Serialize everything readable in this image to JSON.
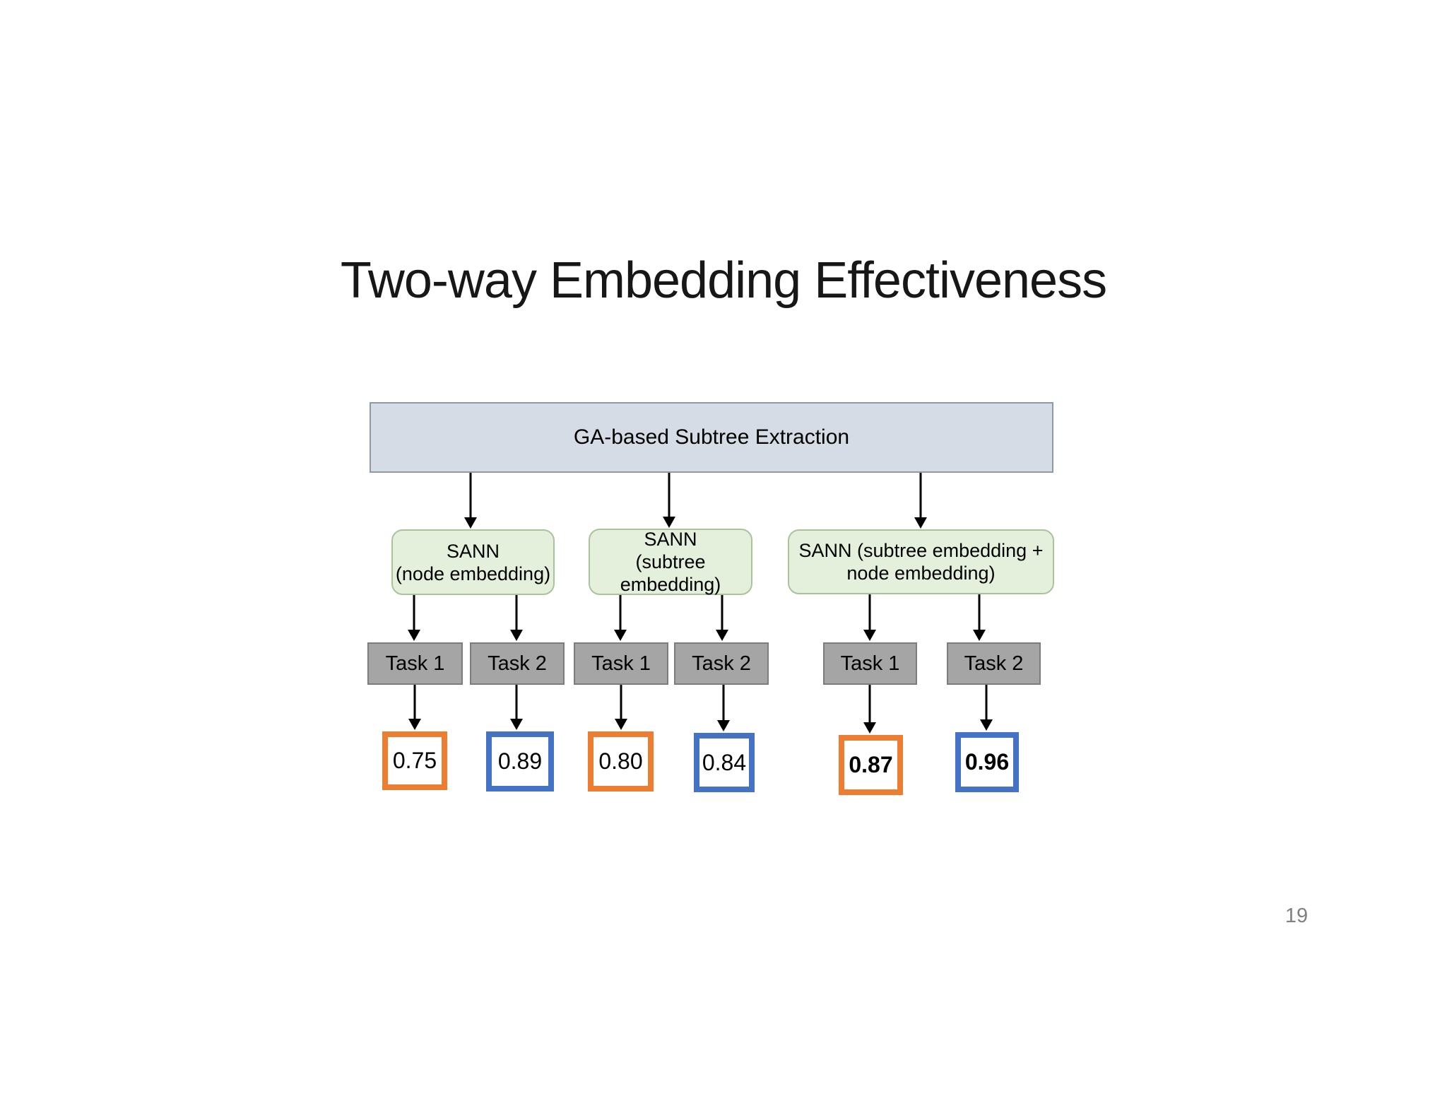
{
  "slide": {
    "title": "Two-way Embedding Effectiveness",
    "page_number": "19"
  },
  "colors": {
    "background": "#ffffff",
    "title_text": "#171717",
    "root_box_fill": "#d6dce5",
    "root_box_border": "#8e99a8",
    "green_box_fill": "#e4f0dc",
    "green_box_border": "#a9c39b",
    "task_box_fill": "#a5a5a5",
    "task_box_border": "#7c7c7c",
    "value_orange_border": "#ed7d31",
    "value_blue_border": "#4472c4",
    "arrow_black": "#000000",
    "page_number_gray": "#808080"
  },
  "diagram": {
    "root": {
      "label": "GA-based Subtree Extraction"
    },
    "branches": [
      {
        "name": "node-embedding",
        "label_lines": [
          "SANN",
          "(node embedding)"
        ],
        "tasks": [
          {
            "label": "Task 1",
            "value": "0.75",
            "border_color": "orange",
            "bold": false
          },
          {
            "label": "Task 2",
            "value": "0.89",
            "border_color": "blue",
            "bold": false
          }
        ]
      },
      {
        "name": "subtree-embedding",
        "label_lines": [
          "SANN",
          "(subtree",
          "embedding)"
        ],
        "tasks": [
          {
            "label": "Task 1",
            "value": "0.80",
            "border_color": "orange",
            "bold": false
          },
          {
            "label": "Task 2",
            "value": "0.84",
            "border_color": "blue",
            "bold": false
          }
        ]
      },
      {
        "name": "subtree-plus-node-embedding",
        "label_lines": [
          "SANN (subtree embedding +",
          "node embedding)"
        ],
        "tasks": [
          {
            "label": "Task 1",
            "value": "0.87",
            "border_color": "orange",
            "bold": true
          },
          {
            "label": "Task 2",
            "value": "0.96",
            "border_color": "blue",
            "bold": true
          }
        ]
      }
    ]
  }
}
